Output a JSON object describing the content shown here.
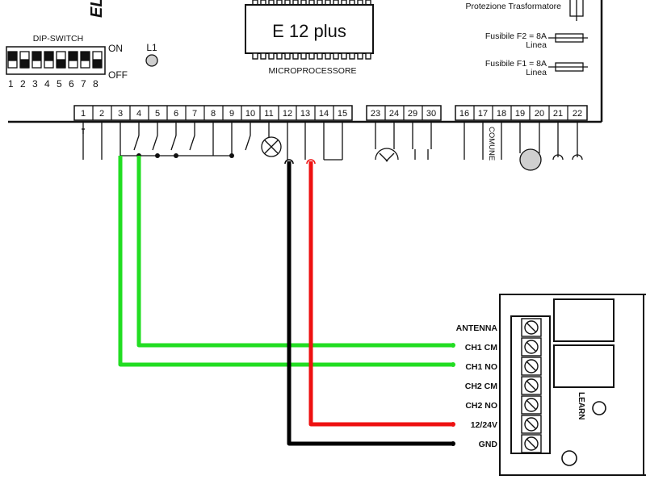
{
  "board": {
    "brand_fragment": "EL",
    "chip_label": "E 12 plus",
    "microprocessor_label": "MICROPROCESSORE",
    "dip_switch_label": "DIP-SWITCH",
    "dip_on": "ON",
    "dip_off": "OFF",
    "dip_numbers": [
      "1",
      "2",
      "3",
      "4",
      "5",
      "6",
      "7",
      "8"
    ],
    "led_label": "L1",
    "transformer_label": "Protezione Trasformatore",
    "fuse_f2_line1": "Fusibile F2 = 8A",
    "fuse_f2_line2": "Linea",
    "fuse_f1_line1": "Fusibile F1 = 8A",
    "fuse_f1_line2": "Linea",
    "common_label": "COMUNE",
    "terminals_a": [
      "1",
      "2",
      "3",
      "4",
      "5",
      "6",
      "7",
      "8",
      "9",
      "10",
      "11",
      "12",
      "13",
      "14",
      "15"
    ],
    "terminals_b": [
      "23",
      "24",
      "29",
      "30"
    ],
    "terminals_c": [
      "16",
      "17",
      "18",
      "19",
      "20",
      "21",
      "22"
    ]
  },
  "receiver": {
    "terminals": [
      "ANTENNA",
      "CH1 CM",
      "CH1 NO",
      "CH2 CM",
      "CH2 NO",
      "12/24V",
      "GND"
    ],
    "learn_label": "LEARN"
  },
  "colors": {
    "wire_green": "#22dd22",
    "wire_red": "#ee1111",
    "wire_black": "#000000"
  }
}
